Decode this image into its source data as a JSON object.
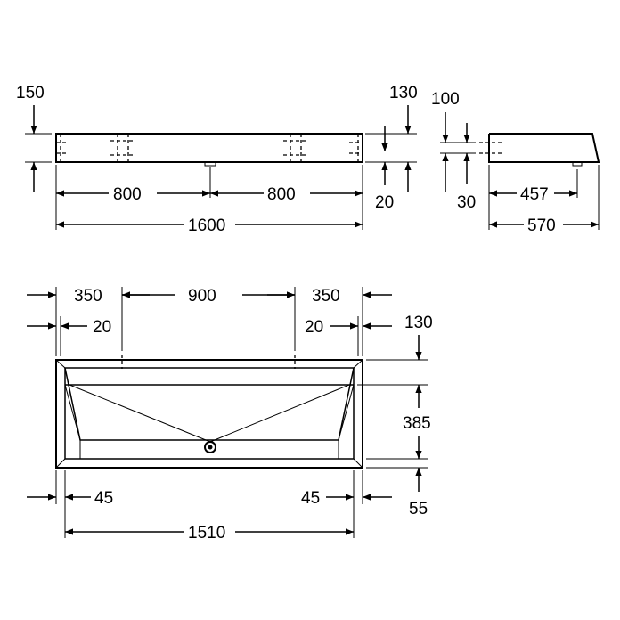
{
  "drawing": {
    "front_view": {
      "dims": {
        "d150": "150",
        "d130": "130",
        "d800a": "800",
        "d800b": "800",
        "d1600": "1600",
        "d20": "20"
      }
    },
    "side_view": {
      "dims": {
        "d100": "100",
        "d30": "30",
        "d457": "457",
        "d570": "570"
      }
    },
    "top_view": {
      "dims": {
        "d350a": "350",
        "d900": "900",
        "d350b": "350",
        "d20a": "20",
        "d20b": "20",
        "d130": "130",
        "d385": "385",
        "d45a": "45",
        "d45b": "45",
        "d55": "55",
        "d1510": "1510"
      }
    }
  }
}
